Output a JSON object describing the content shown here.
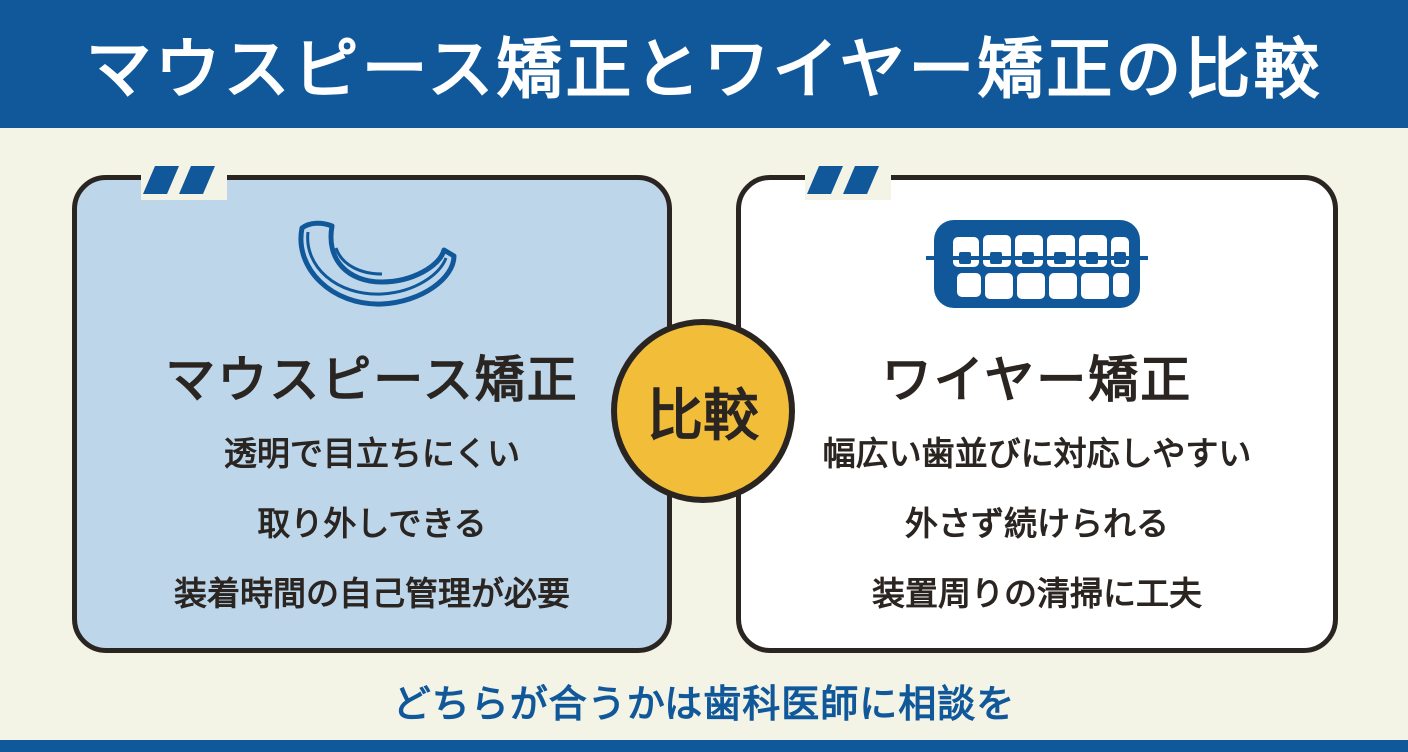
{
  "header": {
    "title": "マウスピース矯正とワイヤー矯正の比較"
  },
  "left_card": {
    "icon": "mouthpiece-aligner-icon",
    "title": "マウスピース矯正",
    "points": [
      "透明で目立ちにくい",
      "取り外しできる",
      "装着時間の自己管理が必要"
    ]
  },
  "right_card": {
    "icon": "braces-teeth-icon",
    "title": "ワイヤー矯正",
    "points": [
      "幅広い歯並びに対応しやすい",
      "外さず続けられる",
      "装置周りの清掃に工夫"
    ]
  },
  "vs_badge": {
    "label": "比較"
  },
  "footer": {
    "text": "どちらが合うかは歯科医師に相談を"
  },
  "colors": {
    "primary_blue": "#10589a",
    "background": "#f3f3e6",
    "left_card_bg": "#bdd6ea",
    "right_card_bg": "#ffffff",
    "badge_yellow": "#f2be3a",
    "text_dark": "#2b2522"
  }
}
